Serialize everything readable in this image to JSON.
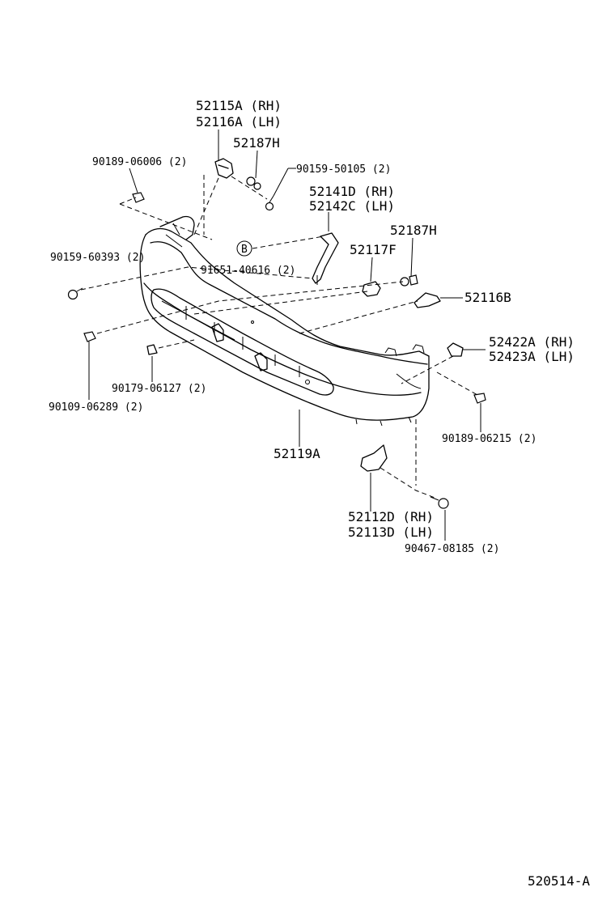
{
  "labels": {
    "p52115A": "52115A (RH)",
    "p52116A": "52116A (LH)",
    "p52187H_top": "52187H",
    "p90159_50105": "90159-50105 (2)",
    "p90189_06006": "90189-06006 (2)",
    "p52141D": "52141D (RH)",
    "p52142C": "52142C (LH)",
    "p52187H_right": "52187H",
    "p52117F": "52117F",
    "p90159_60393": "90159-60393 (2)",
    "ref_b": "B",
    "p91651_40616": "91651-40616 (2)",
    "p52116B": "52116B",
    "p52422A": "52422A (RH)",
    "p52423A": "52423A (LH)",
    "p90179_06127": "90179-06127 (2)",
    "p90109_06289": "90109-06289 (2)",
    "p90189_06215": "90189-06215 (2)",
    "p52119A": "52119A",
    "p52112D": "52112D (RH)",
    "p52113D": "52113D (LH)",
    "p90467_08185": "90467-08185 (2)",
    "figure_code": "520514-A"
  }
}
